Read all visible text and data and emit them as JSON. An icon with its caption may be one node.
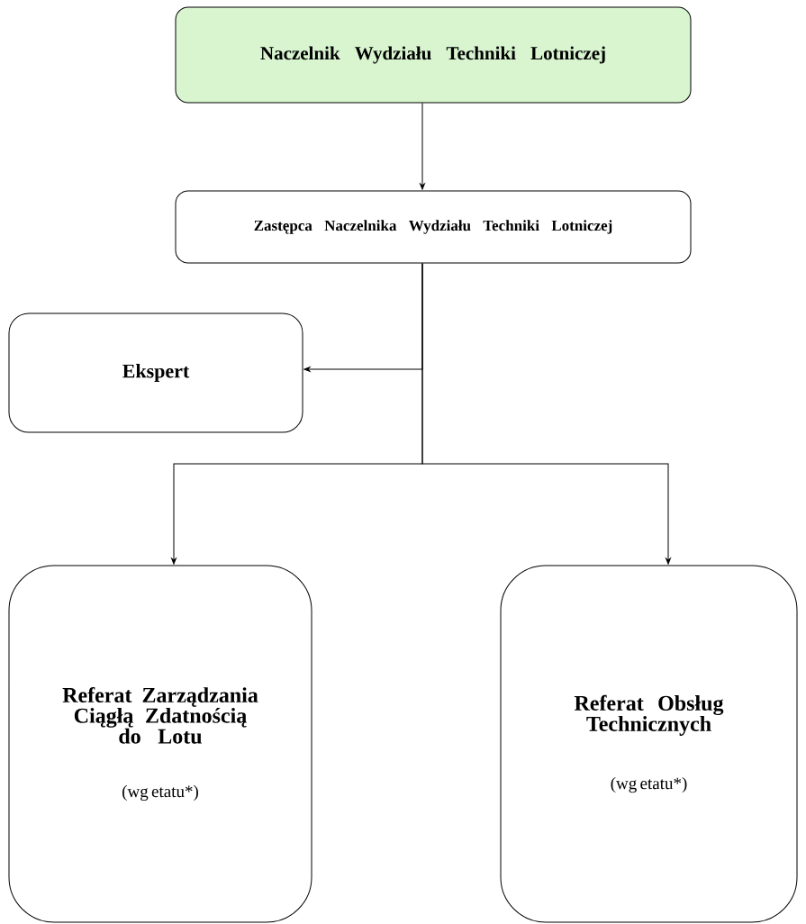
{
  "diagram": {
    "nodes": [
      {
        "text": [
          "Naczelnik Wydziału Techniki Lotniczej"
        ]
      },
      {
        "text": [
          "Zastępca Naczelnika Wydziału Techniki Lotniczej"
        ]
      },
      {
        "text": [
          "Ekspert"
        ]
      },
      {
        "text": [
          "Referat Zarządzania Ciągłą Zdatnością do Lotu",
          "(wg etatu*)"
        ]
      },
      {
        "text": [
          "Referat Obsług Technicznych",
          "(wg etatu*)"
        ]
      }
    ],
    "edges": [
      {
        "from": 0,
        "to": 1,
        "arrow": "to"
      },
      {
        "from": 1,
        "to": 2,
        "arrow": "to"
      },
      {
        "from": 1,
        "to": 3,
        "arrow": "to"
      },
      {
        "from": 1,
        "to": 4,
        "arrow": "to"
      }
    ]
  }
}
